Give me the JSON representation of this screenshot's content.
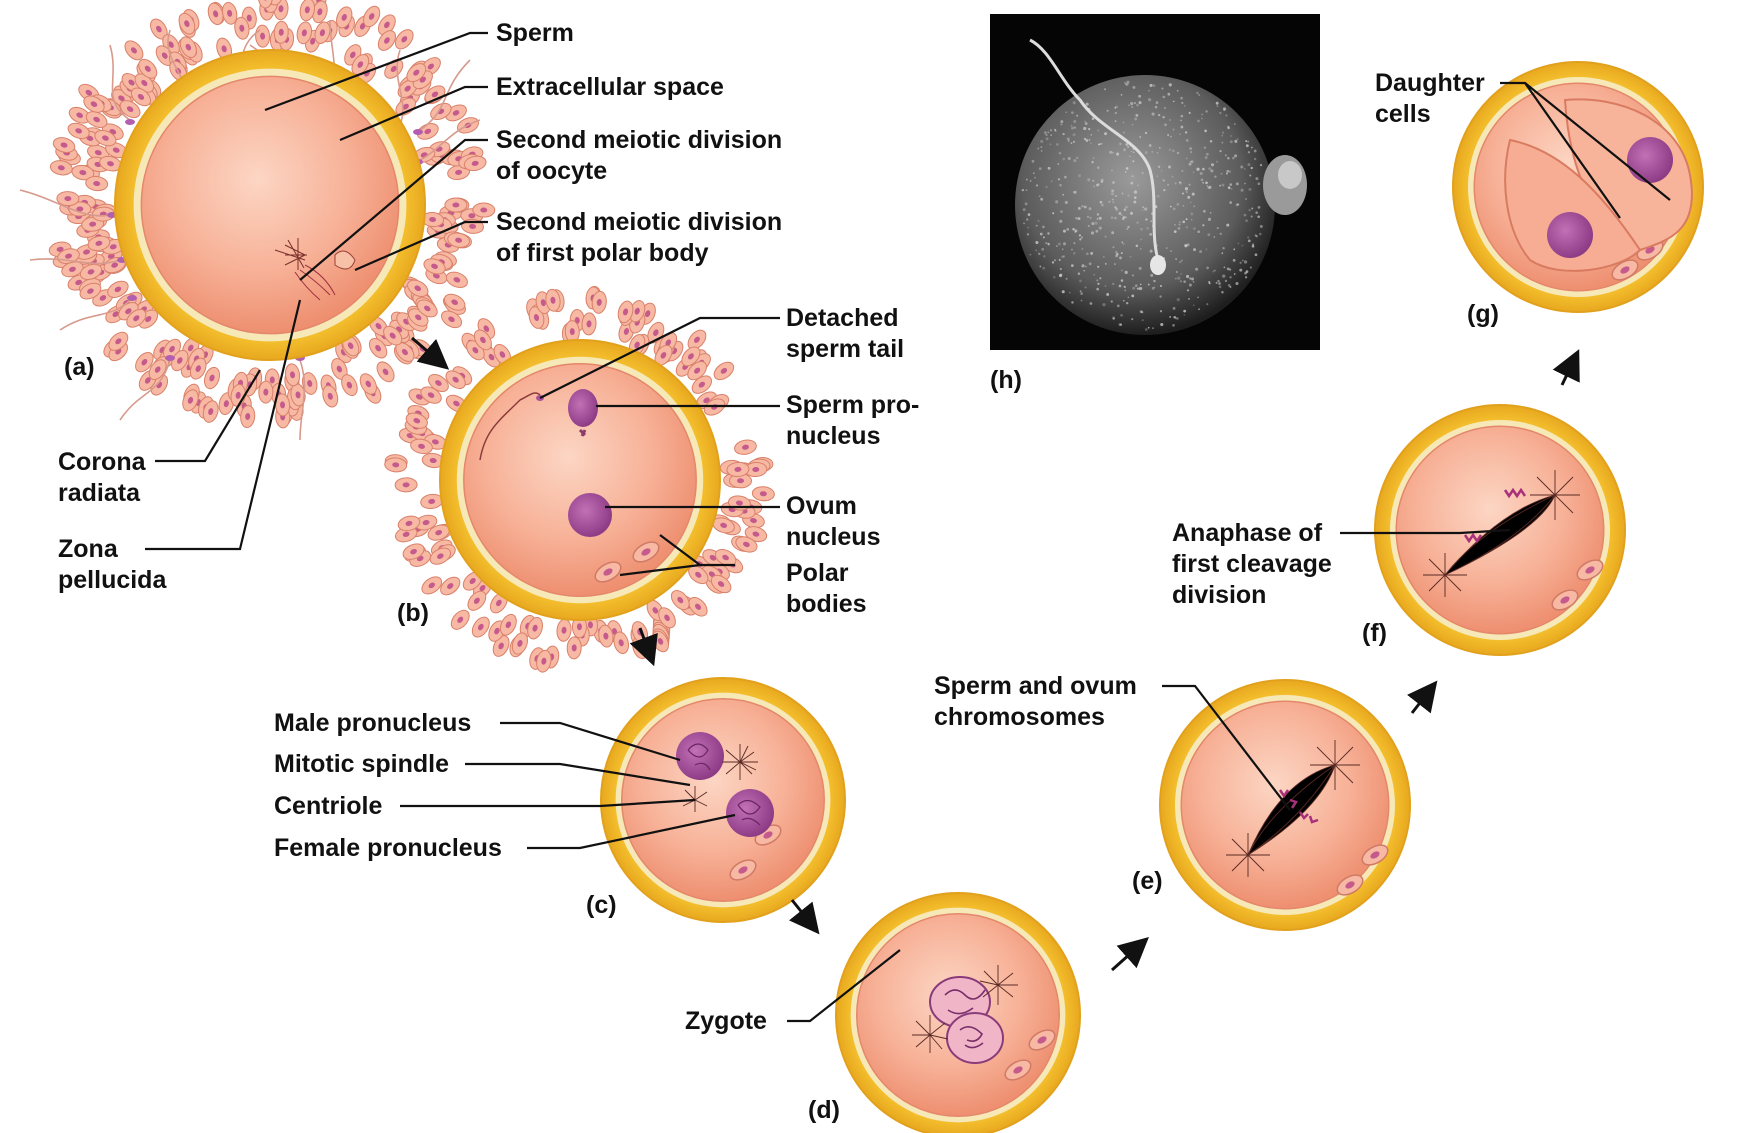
{
  "colors": {
    "zona": "#f6c431",
    "zona_edge": "#e2a11c",
    "extracellular": "#f7e8b8",
    "cytoplasm": "#f5a98b",
    "cytoplasm_center": "#fbd0bd",
    "nucleus": "#a8509c",
    "corona_cell": "#f7b9a3",
    "corona_nucleus": "#c55a8c",
    "sem_background": "#050505"
  },
  "panels": {
    "a": "(a)",
    "b": "(b)",
    "c": "(c)",
    "d": "(d)",
    "e": "(e)",
    "f": "(f)",
    "g": "(g)",
    "h": "(h)"
  },
  "labels": {
    "sperm": "Sperm",
    "extracellular_space": "Extracellular space",
    "second_meiotic_oocyte_1": "Second meiotic division",
    "second_meiotic_oocyte_2": "of oocyte",
    "second_meiotic_polar_1": "Second meiotic division",
    "second_meiotic_polar_2": "of first polar body",
    "corona_1": "Corona",
    "corona_2": "radiata",
    "zona_1": "Zona",
    "zona_2": "pellucida",
    "detached_tail_1": "Detached",
    "detached_tail_2": "sperm tail",
    "sperm_pronucleus_1": "Sperm pro-",
    "sperm_pronucleus_2": "nucleus",
    "ovum_nucleus_1": "Ovum",
    "ovum_nucleus_2": "nucleus",
    "polar_bodies_1": "Polar",
    "polar_bodies_2": "bodies",
    "male_pronucleus": "Male pronucleus",
    "mitotic_spindle": "Mitotic spindle",
    "centriole": "Centriole",
    "female_pronucleus": "Female pronucleus",
    "zygote": "Zygote",
    "sperm_ovum_chrom_1": "Sperm and ovum",
    "sperm_ovum_chrom_2": "chromosomes",
    "anaphase_1": "Anaphase of",
    "anaphase_2": "first cleavage",
    "anaphase_3": "division",
    "daughter_1": "Daughter",
    "daughter_2": "cells"
  }
}
